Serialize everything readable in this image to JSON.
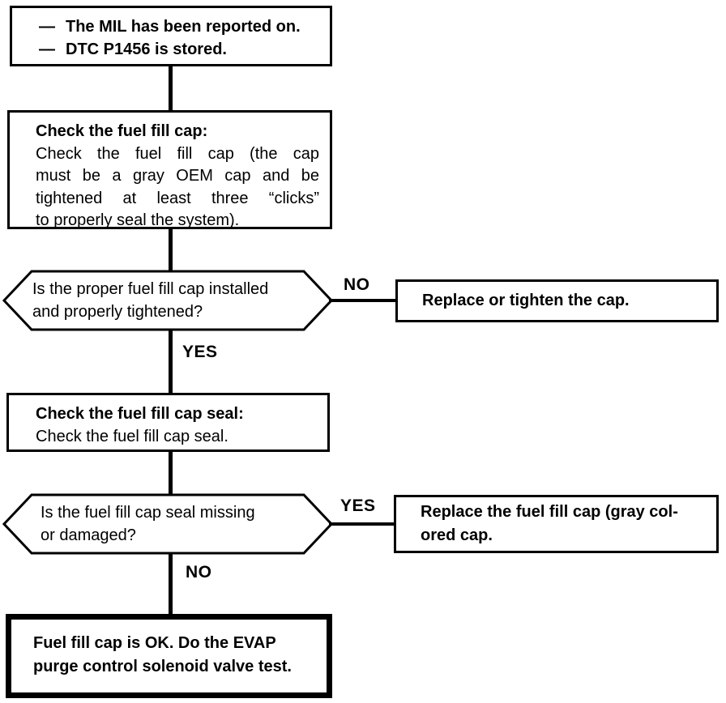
{
  "colors": {
    "ink": "#000000",
    "paper": "#ffffff"
  },
  "start_box": {
    "bullet": "—",
    "items": [
      "The MIL has been reported on.",
      "DTC P1456 is stored."
    ]
  },
  "check_cap_box": {
    "title": "Check the fuel fill cap:",
    "body_lines": [
      "Check the fuel fill cap (the cap",
      "must be a gray OEM cap and be",
      "tightened at least three “clicks”",
      "to properly seal the system)."
    ]
  },
  "decision_cap": {
    "question_lines": [
      "Is the proper fuel fill cap installed",
      "and properly tightened?"
    ],
    "no_label": "NO",
    "yes_label": "YES"
  },
  "replace_cap_box": {
    "text": "Replace or tighten the cap."
  },
  "check_seal_box": {
    "title": "Check the fuel fill cap seal:",
    "body": "Check the fuel fill cap seal."
  },
  "decision_seal": {
    "question_lines": [
      "Is the fuel fill cap seal missing",
      "or damaged?"
    ],
    "yes_label": "YES",
    "no_label": "NO"
  },
  "replace_seal_box": {
    "lines": [
      "Replace the fuel fill cap (gray col-",
      "ored cap."
    ]
  },
  "end_box": {
    "lines": [
      "Fuel fill cap is OK. Do the EVAP",
      "purge control solenoid valve test."
    ]
  }
}
